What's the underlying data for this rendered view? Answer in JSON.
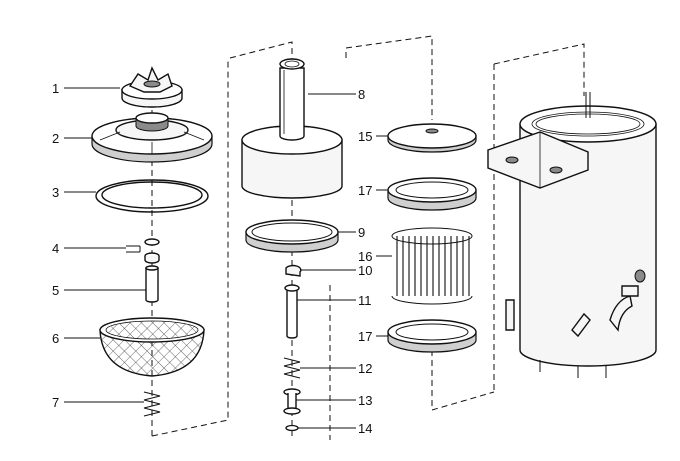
{
  "labels": {
    "p1": "1",
    "p2": "2",
    "p3": "3",
    "p4": "4",
    "p5": "5",
    "p6": "6",
    "p7": "7",
    "p8": "8",
    "p9": "9",
    "p10": "10",
    "p11": "11",
    "p12": "12",
    "p13": "13",
    "p14": "14",
    "p15": "15",
    "p16": "16",
    "p17a": "17",
    "p17b": "17"
  }
}
